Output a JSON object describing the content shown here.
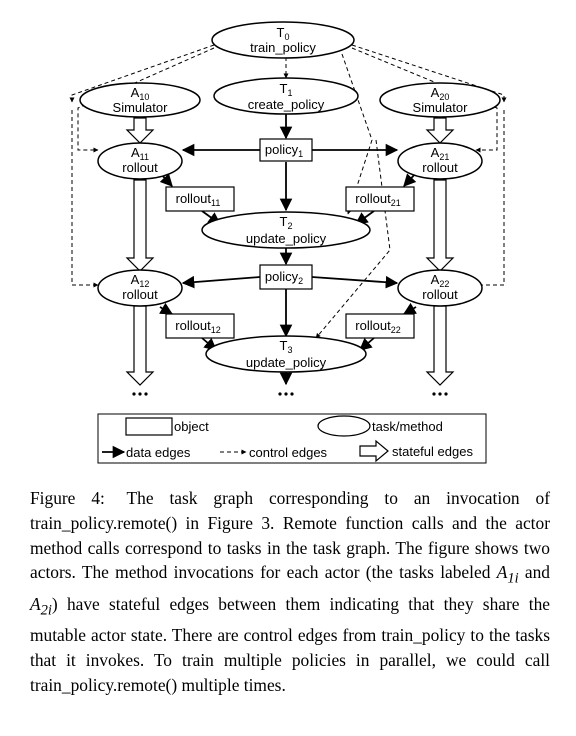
{
  "nodes": {
    "T0": {
      "name": "T",
      "sub": "0",
      "label": "train_policy"
    },
    "T1": {
      "name": "T",
      "sub": "1",
      "label": "create_policy"
    },
    "T2": {
      "name": "T",
      "sub": "2",
      "label": "update_policy"
    },
    "T3": {
      "name": "T",
      "sub": "3",
      "label": "update_policy"
    },
    "A10": {
      "name": "A",
      "sub": "10",
      "label": "Simulator"
    },
    "A20": {
      "name": "A",
      "sub": "20",
      "label": "Simulator"
    },
    "A11": {
      "name": "A",
      "sub": "11",
      "label": "rollout"
    },
    "A21": {
      "name": "A",
      "sub": "21",
      "label": "rollout"
    },
    "A12": {
      "name": "A",
      "sub": "12",
      "label": "rollout"
    },
    "A22": {
      "name": "A",
      "sub": "22",
      "label": "rollout"
    },
    "policy1": {
      "name": "policy",
      "sub": "1"
    },
    "policy2": {
      "name": "policy",
      "sub": "2"
    },
    "rollout11": {
      "name": "rollout",
      "sub": "11"
    },
    "rollout21": {
      "name": "rollout",
      "sub": "21"
    },
    "rollout12": {
      "name": "rollout",
      "sub": "12"
    },
    "rollout22": {
      "name": "rollout",
      "sub": "22"
    }
  },
  "legend": {
    "object": "object",
    "task": "task/method",
    "data_edges": "data edges",
    "control_edges": "control edges",
    "stateful_edges": "stateful edges"
  },
  "caption": {
    "label": "Figure 4:",
    "part1": "The task graph corresponding to an invocation of train_policy.remote() in Figure 3. Remote function calls and the actor method calls correspond to tasks in the task graph. The figure shows two actors. The method invocations for each actor (the tasks labeled ",
    "a1i_base": "A",
    "a1i_sub": "1i",
    "and": " and ",
    "a2i_base": "A",
    "a2i_sub": "2i",
    "part2": ") have stateful edges between them indicating that they share the mutable actor state. There are control edges from train_policy to the tasks that it invokes. To train multiple policies in parallel, we could call train_policy.remote() multiple times."
  }
}
